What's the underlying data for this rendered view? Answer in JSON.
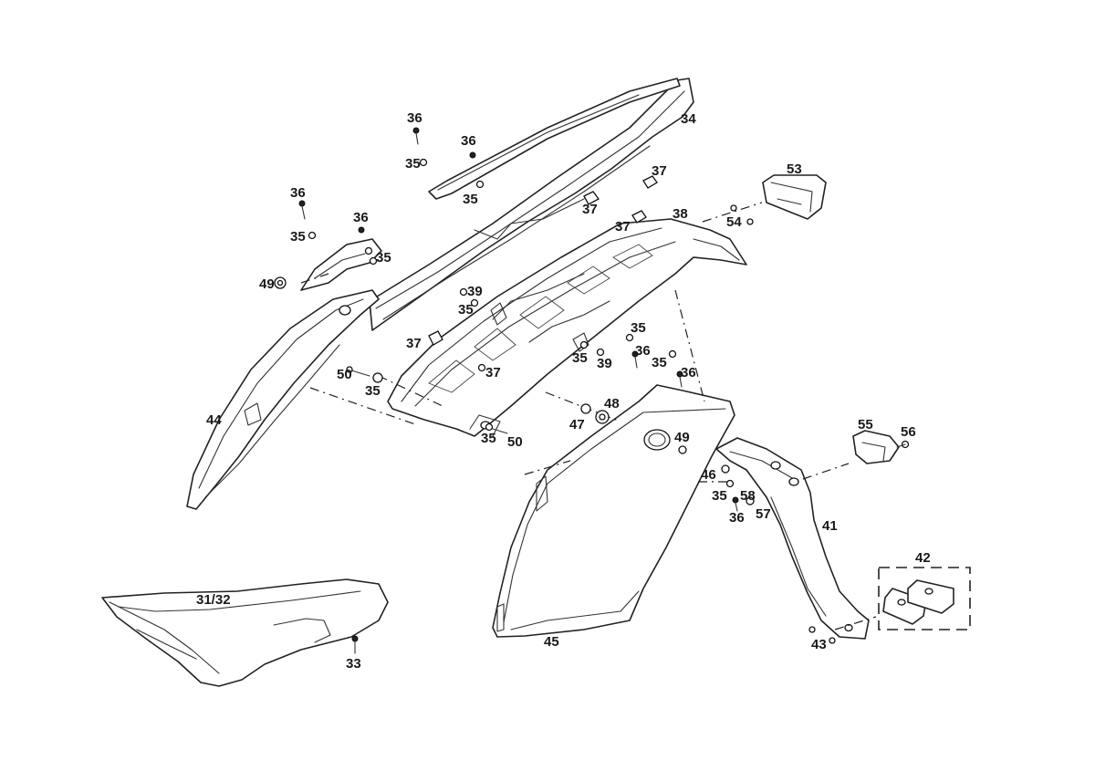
{
  "callouts": [
    {
      "id": "c34a",
      "text": "34"
    },
    {
      "id": "c36a",
      "text": "36"
    },
    {
      "id": "c36b",
      "text": "36"
    },
    {
      "id": "c35a",
      "text": "35"
    },
    {
      "id": "c35b",
      "text": "35"
    },
    {
      "id": "c37a",
      "text": "37"
    },
    {
      "id": "c37b",
      "text": "37"
    },
    {
      "id": "c53",
      "text": "53"
    },
    {
      "id": "c36c",
      "text": "36"
    },
    {
      "id": "c36d",
      "text": "36"
    },
    {
      "id": "c35c",
      "text": "35"
    },
    {
      "id": "c35d",
      "text": "35"
    },
    {
      "id": "c37c",
      "text": "37"
    },
    {
      "id": "c38",
      "text": "38"
    },
    {
      "id": "c54",
      "text": "54"
    },
    {
      "id": "c49a",
      "text": "49"
    },
    {
      "id": "c39a",
      "text": "39"
    },
    {
      "id": "c35e",
      "text": "35"
    },
    {
      "id": "c37d",
      "text": "37"
    },
    {
      "id": "c35f",
      "text": "35"
    },
    {
      "id": "c36e",
      "text": "36"
    },
    {
      "id": "c35g",
      "text": "35"
    },
    {
      "id": "c39b",
      "text": "39"
    },
    {
      "id": "c35h",
      "text": "35"
    },
    {
      "id": "c36f",
      "text": "36"
    },
    {
      "id": "c50a",
      "text": "50"
    },
    {
      "id": "c35i",
      "text": "35"
    },
    {
      "id": "c37e",
      "text": "37"
    },
    {
      "id": "c48",
      "text": "48"
    },
    {
      "id": "c47",
      "text": "47"
    },
    {
      "id": "c44",
      "text": "44"
    },
    {
      "id": "c35j",
      "text": "35"
    },
    {
      "id": "c50b",
      "text": "50"
    },
    {
      "id": "c49b",
      "text": "49"
    },
    {
      "id": "c55",
      "text": "55"
    },
    {
      "id": "c56",
      "text": "56"
    },
    {
      "id": "c46",
      "text": "46"
    },
    {
      "id": "c35k",
      "text": "35"
    },
    {
      "id": "c58",
      "text": "58"
    },
    {
      "id": "c36g",
      "text": "36"
    },
    {
      "id": "c57",
      "text": "57"
    },
    {
      "id": "c41",
      "text": "41"
    },
    {
      "id": "c42",
      "text": "42"
    },
    {
      "id": "c3132",
      "text": "31/32"
    },
    {
      "id": "c33",
      "text": "33"
    },
    {
      "id": "c45",
      "text": "45"
    },
    {
      "id": "c43",
      "text": "43"
    }
  ]
}
